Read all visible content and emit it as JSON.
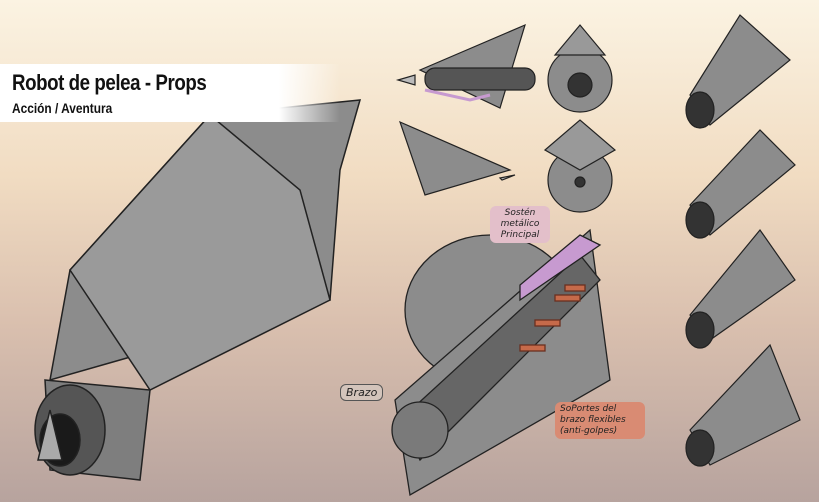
{
  "header": {
    "title": "Robot de pelea - Props",
    "subtitle": "Acción / Aventura"
  },
  "annotations": {
    "main_support": "Sostén metálico Principal",
    "arm": "Brazo",
    "flexible_supports": "SoPortes del brazo flexibles (anti-golpes)"
  },
  "colors": {
    "metal": "#8a8a8a",
    "outline": "#222222",
    "support": "#c79ad0",
    "springs": "#c66a4a"
  }
}
